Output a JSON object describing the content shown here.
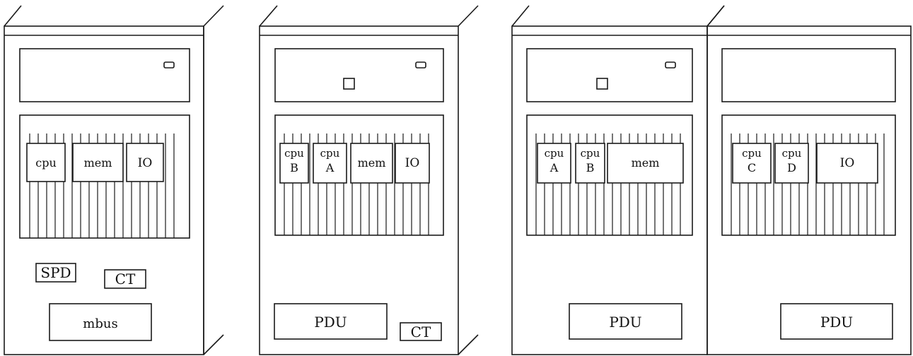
{
  "cabinets": [
    {
      "id": "c1",
      "modules": [
        {
          "id": "cpu",
          "lines": [
            "cpu"
          ]
        },
        {
          "id": "mem",
          "lines": [
            "mem"
          ]
        },
        {
          "id": "io",
          "lines": [
            "IO"
          ]
        }
      ],
      "bottom": [
        {
          "id": "spd",
          "label": "SPD"
        },
        {
          "id": "ct",
          "label": "CT"
        },
        {
          "id": "mbus",
          "label": "mbus"
        }
      ]
    },
    {
      "id": "c2",
      "modules": [
        {
          "id": "cpu-b",
          "lines": [
            "cpu",
            "B"
          ]
        },
        {
          "id": "cpu-a",
          "lines": [
            "cpu",
            "A"
          ]
        },
        {
          "id": "mem",
          "lines": [
            "mem"
          ]
        },
        {
          "id": "io",
          "lines": [
            "IO"
          ]
        }
      ],
      "bottom": [
        {
          "id": "pdu",
          "label": "PDU"
        },
        {
          "id": "ct",
          "label": "CT"
        }
      ]
    },
    {
      "id": "c3",
      "modules": [
        {
          "id": "cpu-a",
          "lines": [
            "cpu",
            "A"
          ]
        },
        {
          "id": "cpu-b",
          "lines": [
            "cpu",
            "B"
          ]
        },
        {
          "id": "mem",
          "lines": [
            "mem"
          ]
        }
      ],
      "bottom": [
        {
          "id": "pdu",
          "label": "PDU"
        }
      ]
    },
    {
      "id": "c4",
      "modules": [
        {
          "id": "cpu-c",
          "lines": [
            "cpu",
            "C"
          ]
        },
        {
          "id": "cpu-d",
          "lines": [
            "cpu",
            "D"
          ]
        },
        {
          "id": "io",
          "lines": [
            "IO"
          ]
        }
      ],
      "bottom": [
        {
          "id": "pdu",
          "label": "PDU"
        }
      ]
    }
  ]
}
